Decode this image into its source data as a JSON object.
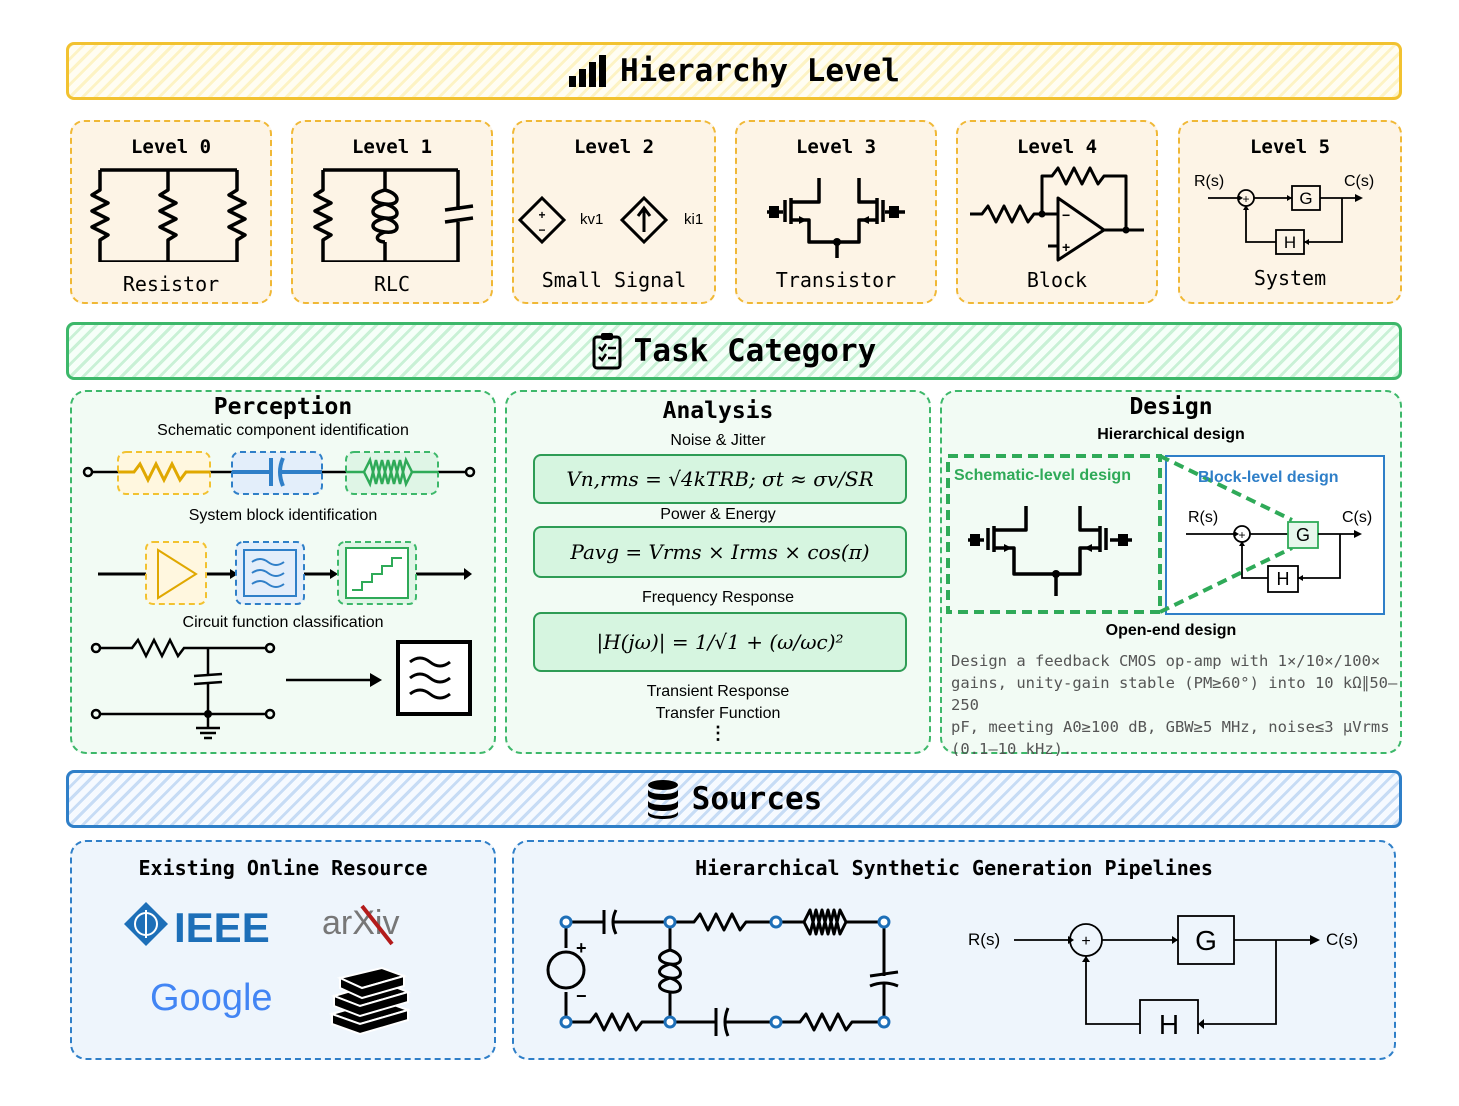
{
  "hierarchy": {
    "title": "Hierarchy Level",
    "levels": [
      {
        "title": "Level 0",
        "caption": "Resistor"
      },
      {
        "title": "Level 1",
        "caption": "RLC"
      },
      {
        "title": "Level 2",
        "caption": "Small Signal",
        "labels": [
          "kv1",
          "ki1"
        ]
      },
      {
        "title": "Level 3",
        "caption": "Transistor"
      },
      {
        "title": "Level 4",
        "caption": "Block"
      },
      {
        "title": "Level 5",
        "caption": "System",
        "labels": [
          "R(s)",
          "C(s)",
          "G",
          "H",
          "+"
        ]
      }
    ]
  },
  "task": {
    "title": "Task Category",
    "perception": {
      "title": "Perception",
      "items": [
        "Schematic component identification",
        "System block identification",
        "Circuit function classification"
      ]
    },
    "analysis": {
      "title": "Analysis",
      "items": [
        "Noise & Jitter",
        "Power & Energy",
        "Frequency Response",
        "Transient Response",
        "Transfer Function"
      ],
      "formulas": [
        "Vn,rms = √4kTRB; σt ≈ σv/SR",
        "Pavg = Vrms × Irms × cos(π)",
        "|H(jω)| = 1/√1 + (ω/ωc)²"
      ],
      "ellipsis": "⋮"
    },
    "design": {
      "title": "Design",
      "hierarchical": "Hierarchical design",
      "schematic_label": "Schematic-level design",
      "block_label": "Block-level design",
      "block_labels": [
        "R(s)",
        "C(s)",
        "G",
        "H",
        "+"
      ],
      "open_end": "Open-end design",
      "prompt_lines": [
        "Design a feedback CMOS op-amp with 1×/10×/100×",
        "gains, unity-gain stable (PM≥60°) into 10 kΩ∥50–250",
        "pF, meeting A0≥100 dB, GBW≥5 MHz, noise≤3 μVrms",
        "(0.1–10 kHz)."
      ]
    }
  },
  "sources": {
    "title": "Sources",
    "online": {
      "title": "Existing Online Resource",
      "logos": [
        "IEEE",
        "arXiv",
        "Google",
        "books"
      ],
      "ieee_text": "IEEE",
      "arxiv_text": "arXiv",
      "google_text": "Google"
    },
    "synthetic": {
      "title": "Hierarchical Synthetic Generation Pipelines",
      "labels": [
        "R(s)",
        "C(s)",
        "G",
        "H",
        "+"
      ],
      "source_plus": "+",
      "source_minus": "−"
    }
  },
  "colors": {
    "yellow": "#f2c230",
    "green": "#3db86a",
    "blue": "#2f7fc8"
  }
}
